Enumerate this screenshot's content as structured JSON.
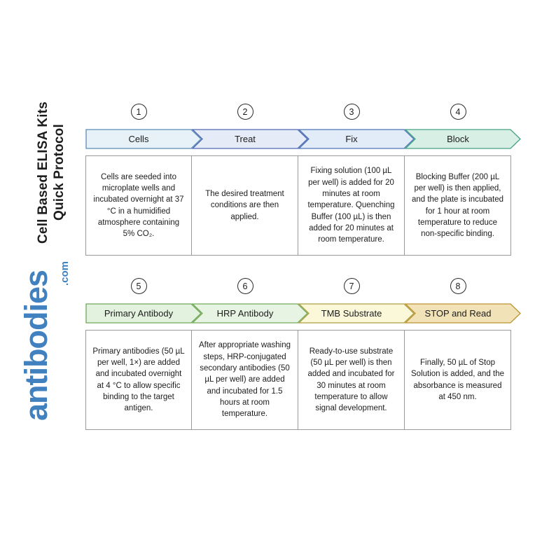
{
  "branding": {
    "protocol_title_line1": "Cell Based ELISA Kits",
    "protocol_title_line2": "Quick Protocol",
    "logo_text": "antibodies",
    "logo_suffix": ".com",
    "logo_color": "#4181bf"
  },
  "colors": {
    "box_border": "#9a9a9a",
    "circle_border": "#2b2b2b",
    "text": "#1c1c1c"
  },
  "steps": [
    {
      "number": "1",
      "title": "Cells",
      "description": "Cells are seeded into microplate wells and incubated overnight at 37 °C in a humidified atmosphere containing 5% CO₂.",
      "fill": "#e6f1f8",
      "stroke": "#5b8db8"
    },
    {
      "number": "2",
      "title": "Treat",
      "description": "The desired treatment conditions are then applied.",
      "fill": "#e6ebf8",
      "stroke": "#5068b4"
    },
    {
      "number": "3",
      "title": "Fix",
      "description": "Fixing solution (100 µL per well) is added for 20 minutes at room temperature. Quenching Buffer (100 µL) is then added for 20 minutes at room temperature.",
      "fill": "#e2ecf9",
      "stroke": "#4f74b8"
    },
    {
      "number": "4",
      "title": "Block",
      "description": "Blocking Buffer (200 µL per well) is then applied, and the plate is incubated for 1 hour at room temperature to reduce non-specific binding.",
      "fill": "#d8efe5",
      "stroke": "#44a183"
    },
    {
      "number": "5",
      "title": "Primary Antibody",
      "description": "Primary antibodies (50 µL per well, 1×) are added and incubated overnight at 4 °C to allow specific binding to the target antigen.",
      "fill": "#e3f2df",
      "stroke": "#70a857"
    },
    {
      "number": "6",
      "title": "HRP Antibody",
      "description": "After appropriate washing steps, HRP-conjugated secondary antibodies (50 µL per well) are added and incubated for 1.5 hours at room temperature.",
      "fill": "#e7f3e3",
      "stroke": "#74ab5c"
    },
    {
      "number": "7",
      "title": "TMB Substrate",
      "description": "Ready-to-use substrate (50 µL per well) is then added and incubated for 30 minutes at room temperature to allow signal development.",
      "fill": "#fbf8da",
      "stroke": "#ac9f45"
    },
    {
      "number": "8",
      "title": "STOP and Read",
      "description": "Finally, 50 µL of Stop Solution is added, and the absorbance is measured at 450 nm.",
      "fill": "#f2e2b8",
      "stroke": "#bd9330"
    }
  ]
}
